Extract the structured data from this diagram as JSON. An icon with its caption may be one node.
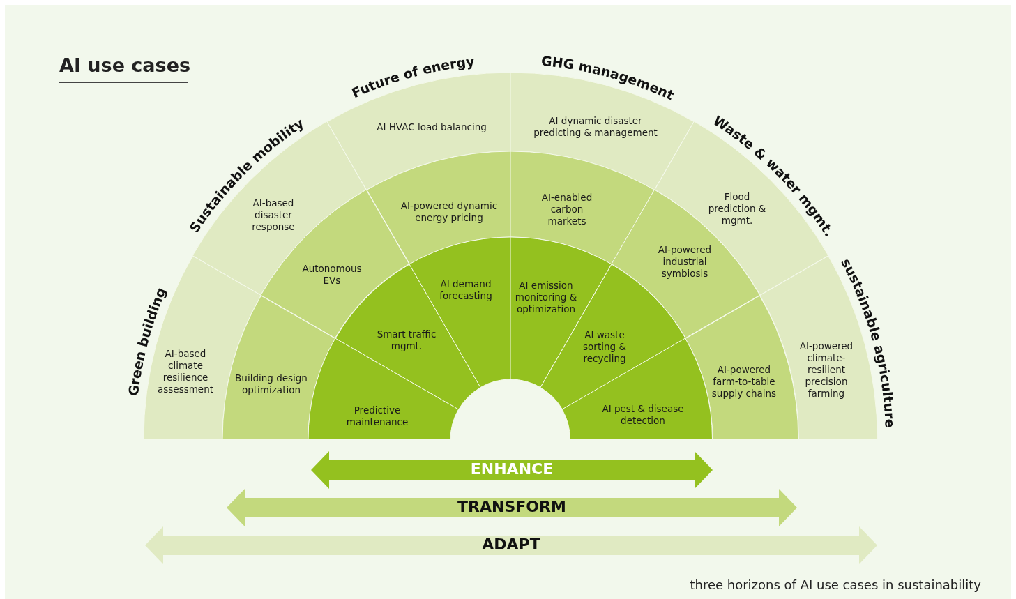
{
  "diagram": {
    "title": "AI use cases",
    "caption": "three horizons of AI use cases in sustainability",
    "nodes": [
      {
        "text": [
          "AI-based climate resilience assessment"
        ]
      },
      {
        "text": [
          "AI-based disaster response"
        ]
      },
      {
        "text": [
          "AI HVAC load balancing"
        ]
      },
      {
        "text": [
          "AI dynamic disaster predicting & management"
        ]
      },
      {
        "text": [
          "Flood prediction & mgmt."
        ]
      },
      {
        "text": [
          "AI-powered climate-resilient precision farming"
        ]
      },
      {
        "text": [
          "Building design optimization"
        ]
      },
      {
        "text": [
          "Autonomous EVs"
        ]
      },
      {
        "text": [
          "AI-powered dynamic energy pricing"
        ]
      },
      {
        "text": [
          "AI-enabled carbon markets"
        ]
      },
      {
        "text": [
          "AI-powered industrial symbiosis"
        ]
      },
      {
        "text": [
          "AI-powered farm-to-table supply chains"
        ]
      },
      {
        "text": [
          "Predictive maintenance"
        ]
      },
      {
        "text": [
          "Smart traffic mgmt."
        ]
      },
      {
        "text": [
          "AI demand forecasting"
        ]
      },
      {
        "text": [
          "AI emission monitoring & optimization"
        ]
      },
      {
        "text": [
          "AI waste sorting & recycling"
        ]
      },
      {
        "text": [
          "AI pest & disease detection"
        ]
      },
      {
        "text": [
          "ENHANCE"
        ]
      },
      {
        "text": [
          "TRANSFORM"
        ]
      },
      {
        "text": [
          "ADAPT"
        ]
      }
    ],
    "labels": [
      "Green building",
      "Sustainable mobility",
      "Future of energy",
      "GHG management",
      "Waste & water mgmt.",
      "sustainable agriculture"
    ]
  }
}
